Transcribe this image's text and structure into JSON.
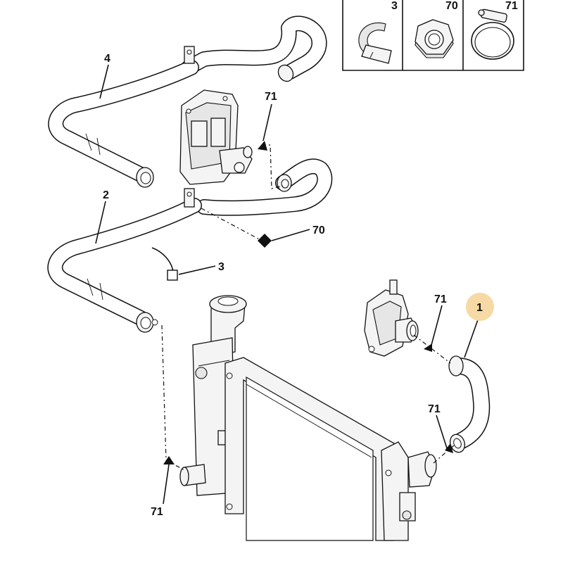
{
  "legend": {
    "cells": [
      {
        "ref": "3"
      },
      {
        "ref": "70"
      },
      {
        "ref": "71"
      }
    ]
  },
  "callouts": {
    "hose_4": "4",
    "clamp_upper_71": "71",
    "hose_2": "2",
    "nut_70": "70",
    "clip_3": "3",
    "clamp_right_71": "71",
    "hose_1": "1",
    "clamp_lower_right_71": "71",
    "clamp_bottom_71": "71"
  },
  "colors": {
    "ink": "#111111",
    "highlight": "#f6d9a4"
  }
}
